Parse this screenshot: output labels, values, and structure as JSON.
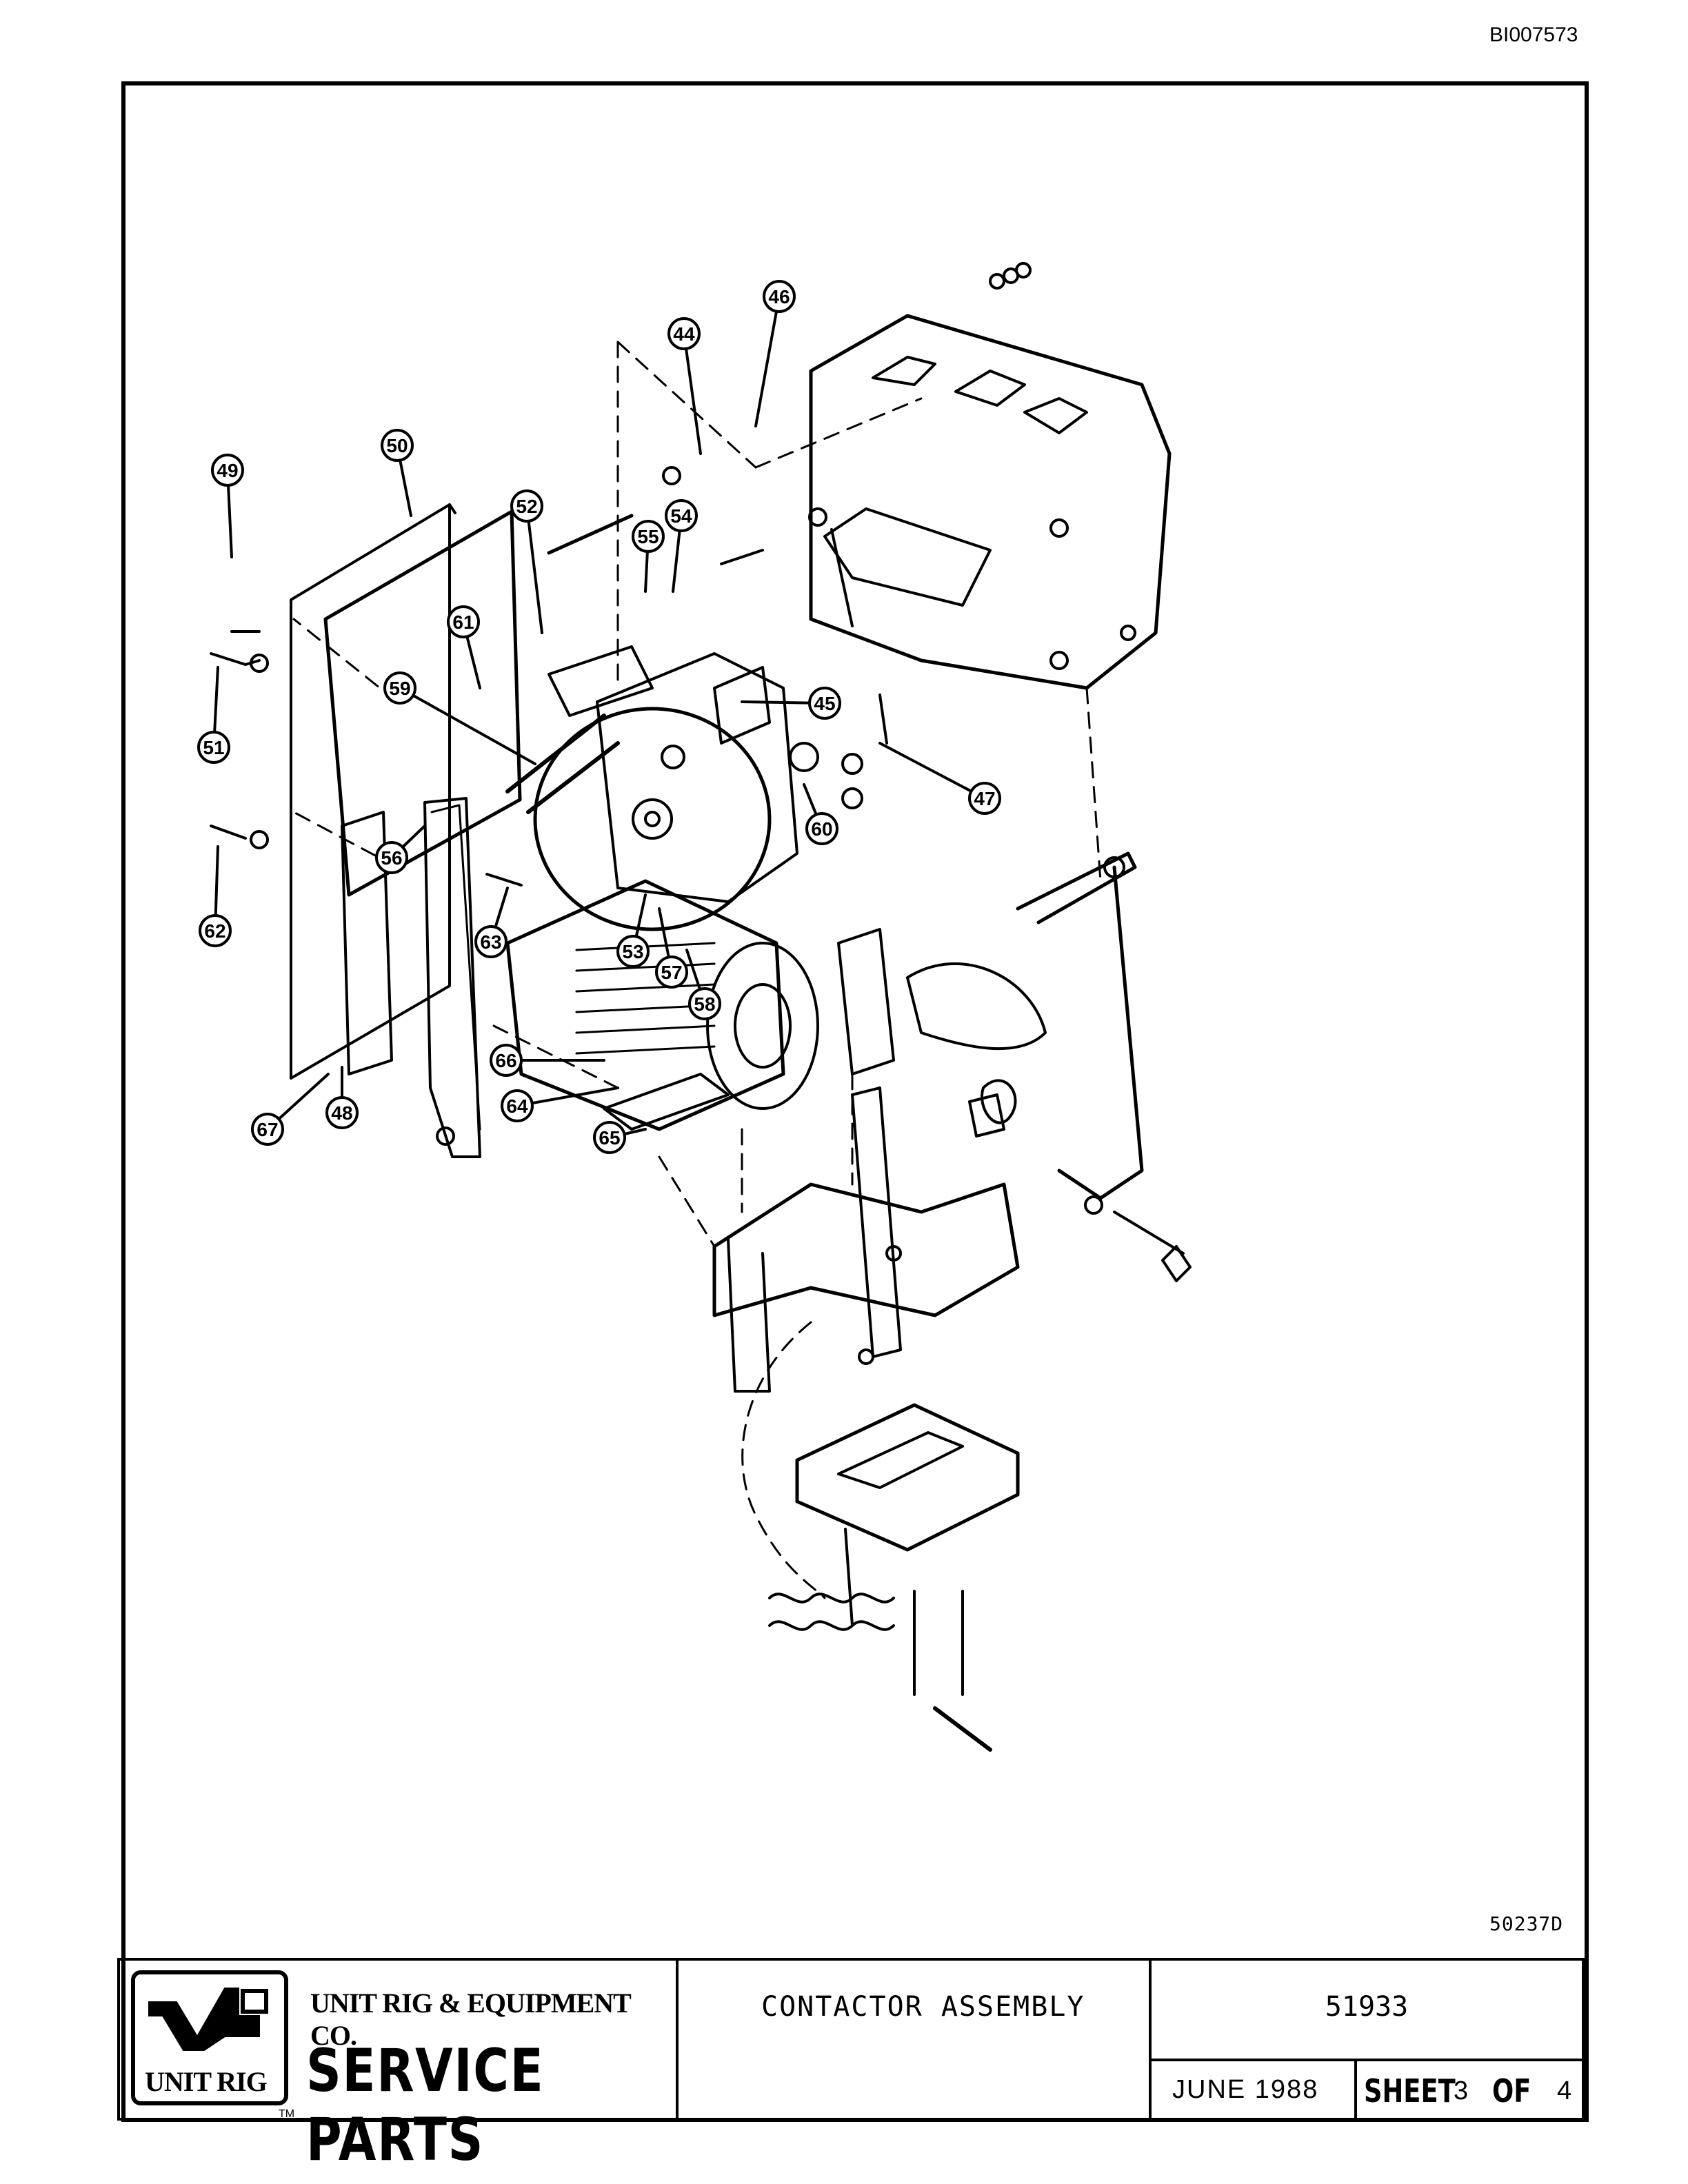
{
  "document_id": "BI007573",
  "drawing_code": "50237D",
  "callouts": [
    "44",
    "45",
    "46",
    "47",
    "48",
    "49",
    "50",
    "51",
    "52",
    "53",
    "54",
    "55",
    "56",
    "57",
    "58",
    "59",
    "60",
    "61",
    "62",
    "63",
    "64",
    "65",
    "66",
    "67"
  ],
  "title_block": {
    "logo_text": "UNIT RIG",
    "trademark": "TM",
    "company": "UNIT RIG & EQUIPMENT CO.",
    "service_parts": "SERVICE PARTS",
    "title": "CONTACTOR ASSEMBLY",
    "part_number": "51933",
    "date": "JUNE 1988",
    "sheet_label": "SHEET",
    "sheet_number": "3",
    "of_label": "OF",
    "sheet_total": "4"
  },
  "icons": {
    "logo": "unit-rig-logo-icon"
  }
}
